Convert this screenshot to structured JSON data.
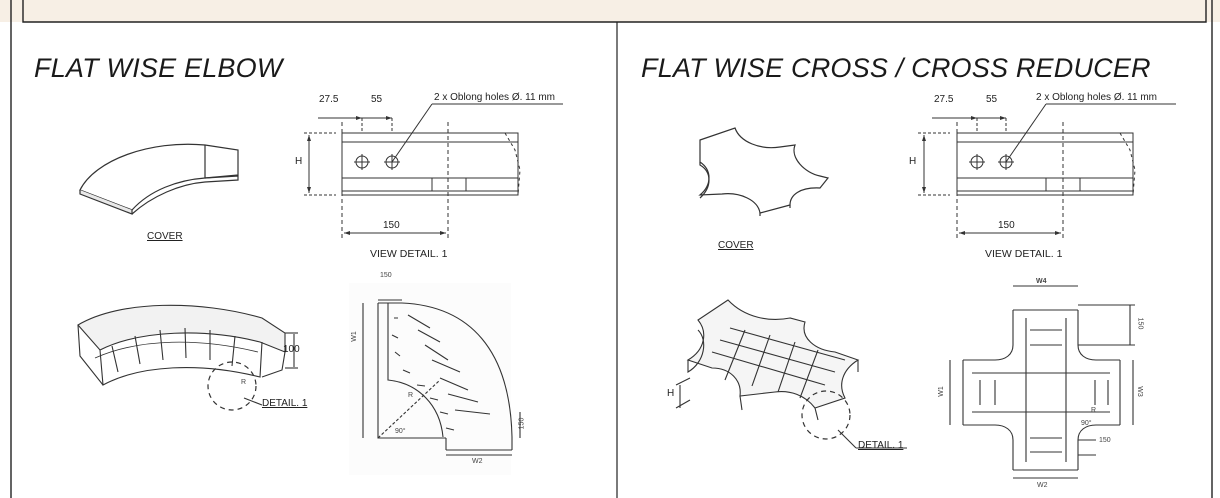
{
  "colors": {
    "page": "#f7efe5",
    "sheet": "#ffffff",
    "line": "#222222"
  },
  "left": {
    "title": "FLAT WISE ELBOW",
    "cover_label": "COVER",
    "view_detail": "VIEW DETAIL. 1",
    "dim_27_5": "27.5",
    "dim_55": "55",
    "holes_label": "2 x Oblong holes Ø. 11 mm",
    "dim_h": "H",
    "dim_150": "150",
    "iso_height": "100",
    "r_label": "R",
    "detail_label": "DETAIL. 1",
    "plan_150_top": "150",
    "plan_w1": "W1",
    "plan_r": "R",
    "plan_angle": "90°",
    "plan_w2": "W2",
    "plan_150_side": "150"
  },
  "right": {
    "title": "FLAT WISE CROSS / CROSS REDUCER",
    "cover_label": "COVER",
    "view_detail": "VIEW DETAIL. 1",
    "dim_27_5": "27.5",
    "dim_55": "55",
    "holes_label": "2 x Oblong holes Ø. 11 mm",
    "dim_h": "H",
    "dim_150": "150",
    "iso_h": "H",
    "detail_label": "DETAIL. 1",
    "plan_w4": "W4",
    "plan_150_top": "150",
    "plan_w1": "W1",
    "plan_w3": "W3",
    "plan_r": "R",
    "plan_angle": "90°",
    "plan_150_bottom": "150",
    "plan_w2": "W2"
  }
}
